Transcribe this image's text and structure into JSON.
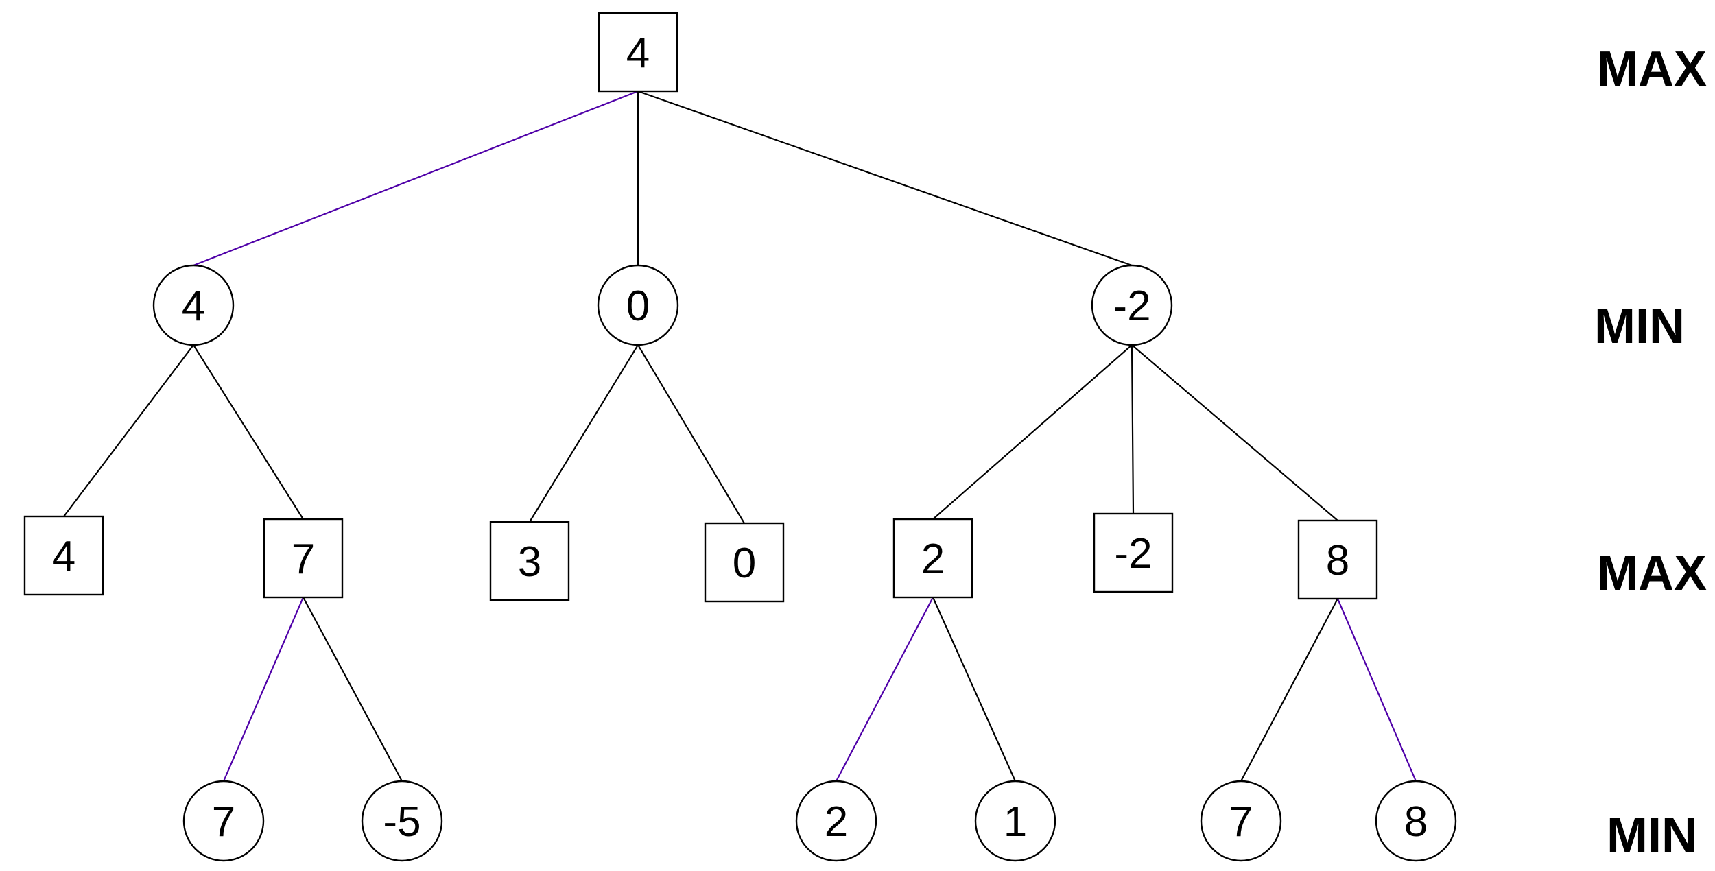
{
  "colors": {
    "background": "#ffffff",
    "stroke": "#000000",
    "highlight": "#4f00a8"
  },
  "level_labels": [
    "MAX",
    "MIN",
    "MAX",
    "MIN"
  ],
  "nodes": [
    {
      "id": "root",
      "level": 0,
      "kind": "max",
      "value": "4"
    },
    {
      "id": "a",
      "level": 1,
      "kind": "min",
      "value": "4"
    },
    {
      "id": "b",
      "level": 1,
      "kind": "min",
      "value": "0"
    },
    {
      "id": "c",
      "level": 1,
      "kind": "min",
      "value": "-2"
    },
    {
      "id": "a1",
      "level": 2,
      "kind": "max",
      "value": "4"
    },
    {
      "id": "a2",
      "level": 2,
      "kind": "max",
      "value": "7"
    },
    {
      "id": "b1",
      "level": 2,
      "kind": "max",
      "value": "3"
    },
    {
      "id": "b2",
      "level": 2,
      "kind": "max",
      "value": "0"
    },
    {
      "id": "c1",
      "level": 2,
      "kind": "max",
      "value": "2"
    },
    {
      "id": "c2",
      "level": 2,
      "kind": "max",
      "value": "-2"
    },
    {
      "id": "c3",
      "level": 2,
      "kind": "max",
      "value": "8"
    },
    {
      "id": "a2a",
      "level": 3,
      "kind": "min",
      "value": "7"
    },
    {
      "id": "a2b",
      "level": 3,
      "kind": "min",
      "value": "-5"
    },
    {
      "id": "c1a",
      "level": 3,
      "kind": "min",
      "value": "2"
    },
    {
      "id": "c1b",
      "level": 3,
      "kind": "min",
      "value": "1"
    },
    {
      "id": "c3a",
      "level": 3,
      "kind": "min",
      "value": "7"
    },
    {
      "id": "c3b",
      "level": 3,
      "kind": "min",
      "value": "8"
    }
  ],
  "edges": [
    {
      "from": "root",
      "to": "a",
      "highlighted": true
    },
    {
      "from": "root",
      "to": "b",
      "highlighted": false
    },
    {
      "from": "root",
      "to": "c",
      "highlighted": false
    },
    {
      "from": "a",
      "to": "a1",
      "highlighted": false
    },
    {
      "from": "a",
      "to": "a2",
      "highlighted": false
    },
    {
      "from": "b",
      "to": "b1",
      "highlighted": false
    },
    {
      "from": "b",
      "to": "b2",
      "highlighted": false
    },
    {
      "from": "c",
      "to": "c1",
      "highlighted": false
    },
    {
      "from": "c",
      "to": "c2",
      "highlighted": false
    },
    {
      "from": "c",
      "to": "c3",
      "highlighted": false
    },
    {
      "from": "a2",
      "to": "a2a",
      "highlighted": true
    },
    {
      "from": "a2",
      "to": "a2b",
      "highlighted": false
    },
    {
      "from": "c1",
      "to": "c1a",
      "highlighted": true
    },
    {
      "from": "c1",
      "to": "c1b",
      "highlighted": false
    },
    {
      "from": "c3",
      "to": "c3a",
      "highlighted": false
    },
    {
      "from": "c3",
      "to": "c3b",
      "highlighted": true
    }
  ]
}
